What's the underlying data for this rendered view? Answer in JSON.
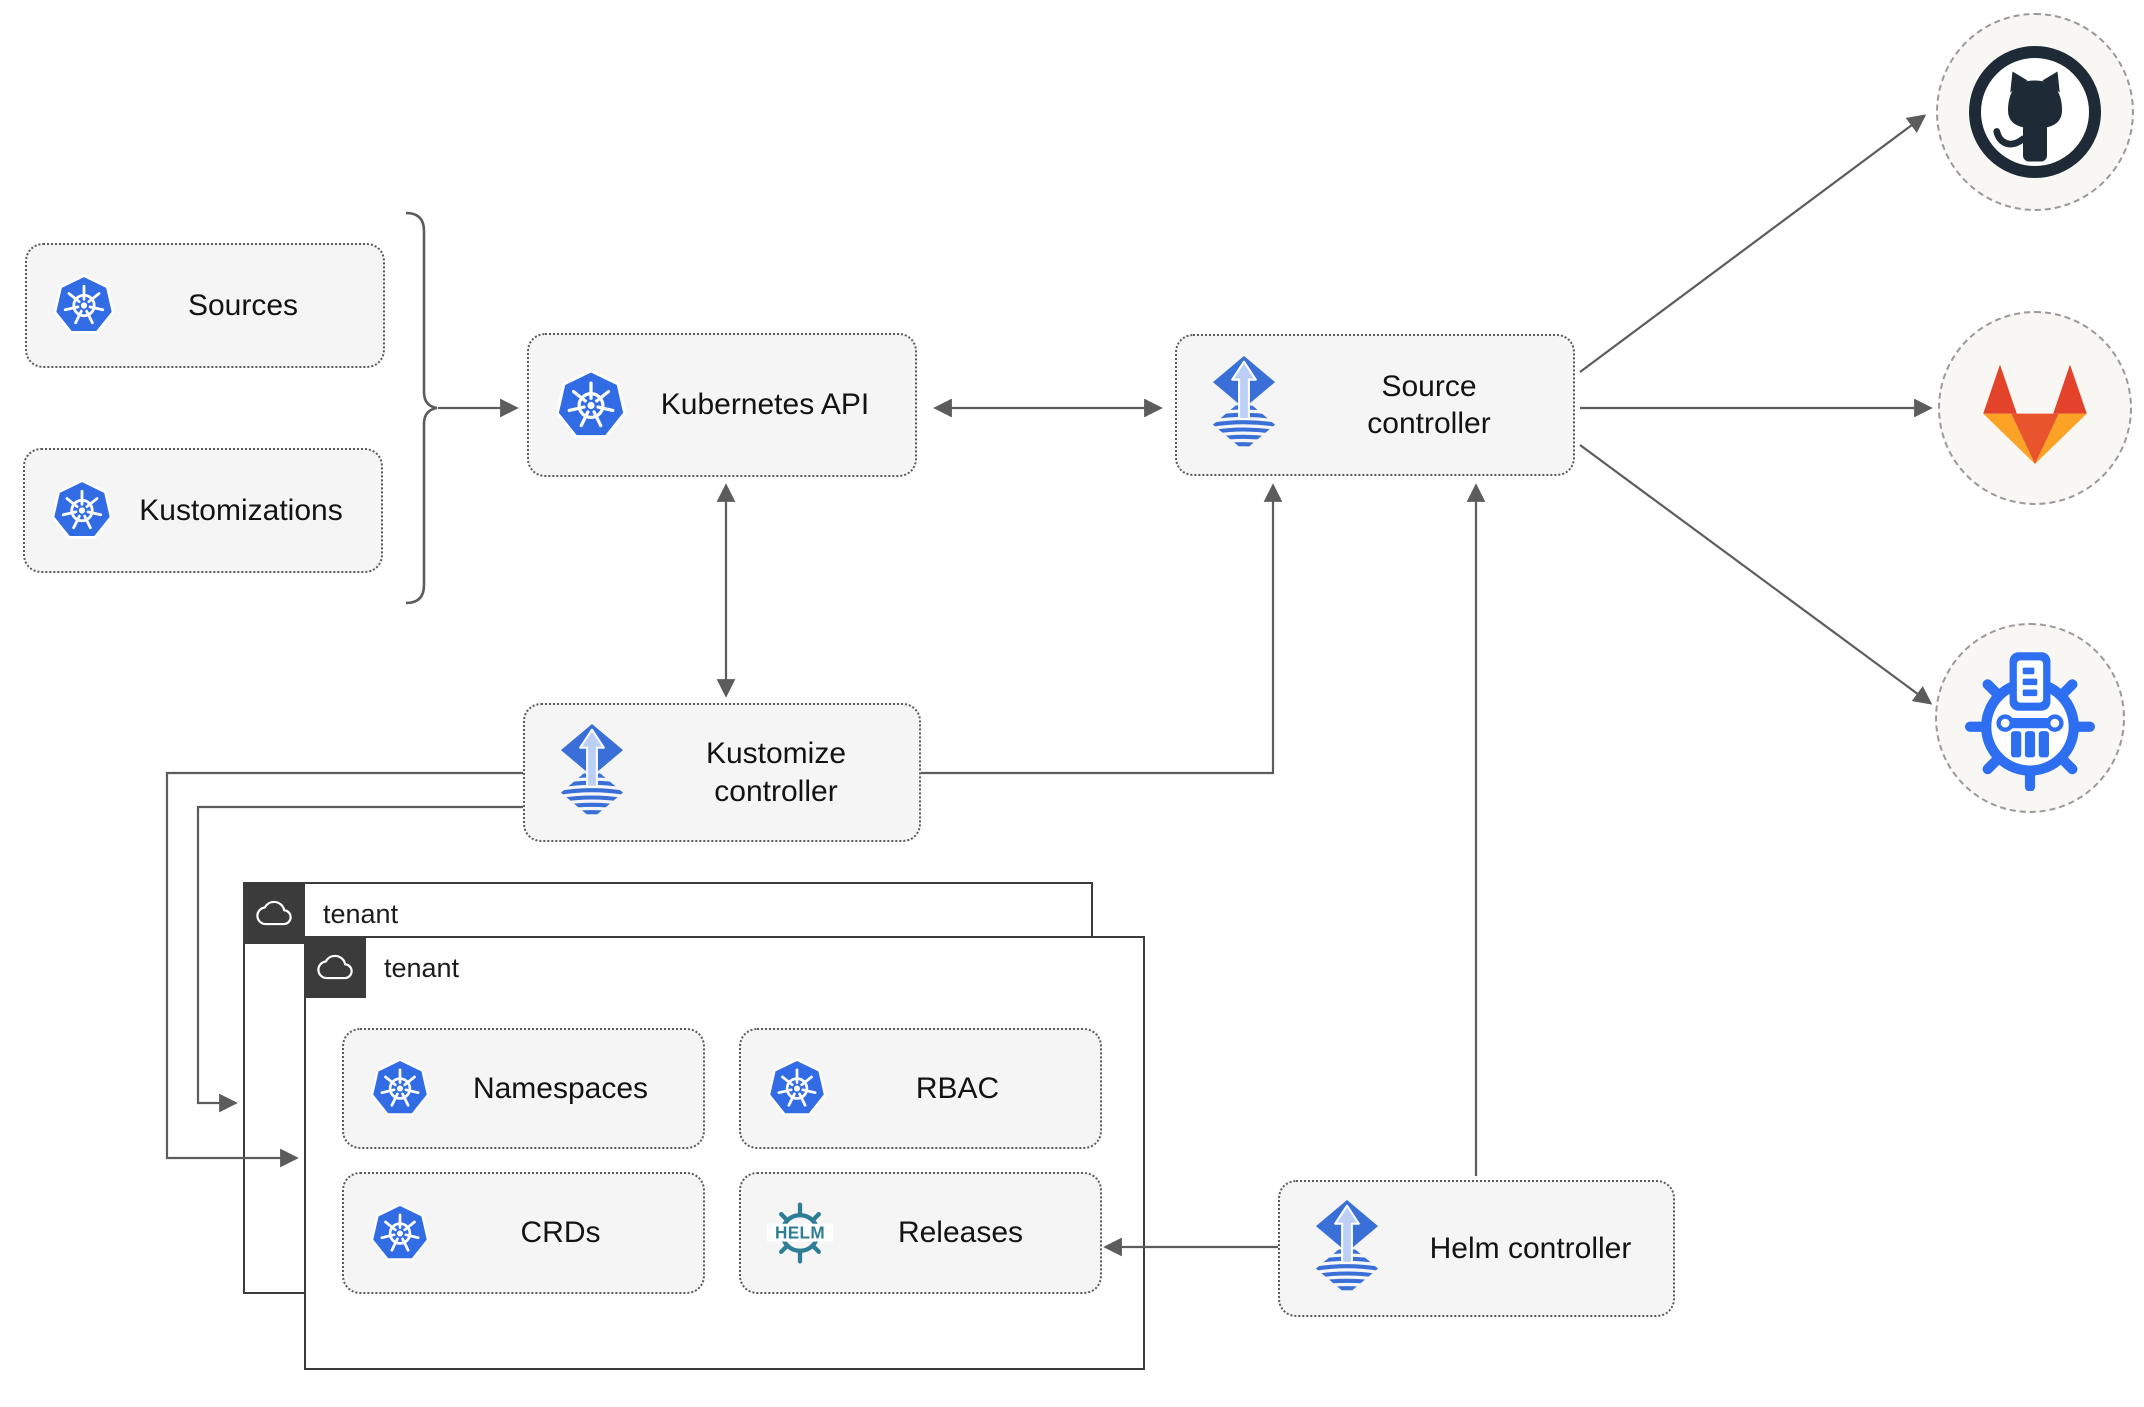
{
  "nodes": {
    "sources": {
      "label": "Sources",
      "icon": "kubernetes-icon"
    },
    "kustomizations": {
      "label": "Kustomizations",
      "icon": "kubernetes-icon"
    },
    "kubernetes_api": {
      "label": "Kubernetes API",
      "icon": "kubernetes-icon"
    },
    "source_controller": {
      "label": "Source controller",
      "icon": "flux-icon"
    },
    "kustomize_controller": {
      "label": "Kustomize controller",
      "icon": "flux-icon"
    },
    "helm_controller": {
      "label": "Helm controller",
      "icon": "flux-icon"
    },
    "namespaces": {
      "label": "Namespaces",
      "icon": "kubernetes-icon"
    },
    "rbac": {
      "label": "RBAC",
      "icon": "kubernetes-icon"
    },
    "crds": {
      "label": "CRDs",
      "icon": "kubernetes-icon"
    },
    "releases": {
      "label": "Releases",
      "icon": "helm-icon"
    }
  },
  "tenants": [
    {
      "label": "tenant",
      "icon": "cloud-icon"
    },
    {
      "label": "tenant",
      "icon": "cloud-icon"
    }
  ],
  "external_targets": [
    {
      "name": "github",
      "icon": "github-icon"
    },
    {
      "name": "gitlab",
      "icon": "gitlab-icon"
    },
    {
      "name": "chartmuseum",
      "icon": "chartmuseum-icon"
    }
  ],
  "edges": [
    {
      "from": "sources-and-kustomizations-bracket",
      "to": "kubernetes_api",
      "style": "arrow"
    },
    {
      "from": "kubernetes_api",
      "to": "source_controller",
      "style": "double-arrow"
    },
    {
      "from": "kubernetes_api",
      "to": "kustomize_controller",
      "style": "double-arrow"
    },
    {
      "from": "kustomize_controller",
      "to": "source_controller",
      "style": "arrow"
    },
    {
      "from": "helm_controller",
      "to": "source_controller",
      "style": "arrow"
    },
    {
      "from": "helm_controller",
      "to": "releases",
      "style": "arrow"
    },
    {
      "from": "kustomize_controller",
      "to": "tenant-front",
      "style": "arrow"
    },
    {
      "from": "kustomize_controller",
      "to": "tenant-back",
      "style": "arrow"
    },
    {
      "from": "source_controller",
      "to": "github",
      "style": "arrow"
    },
    {
      "from": "source_controller",
      "to": "gitlab",
      "style": "arrow"
    },
    {
      "from": "source_controller",
      "to": "chartmuseum",
      "style": "arrow"
    }
  ],
  "icons": {
    "helm_wordmark": "HELM",
    "names": [
      "kubernetes-icon",
      "flux-icon",
      "helm-icon",
      "cloud-icon",
      "github-icon",
      "gitlab-icon",
      "chartmuseum-icon"
    ]
  },
  "colors": {
    "kubernetes_blue": "#326ce5",
    "flux_blue": "#3a6fd8",
    "flux_arrow_light": "#bcd0f7",
    "helm_teal": "#2e7d96",
    "chartmuseum_blue": "#2e6ff2",
    "github_dark": "#1e2a36",
    "gitlab_red_orange": "#e2432a",
    "gitlab_orange": "#fca326",
    "node_background": "#f5f5f5",
    "node_border": "#5a5a5a",
    "tenant_tab": "#3b3b3b",
    "connector_gray": "#5c5c5c",
    "target_circle_background": "#f8f7f3"
  }
}
